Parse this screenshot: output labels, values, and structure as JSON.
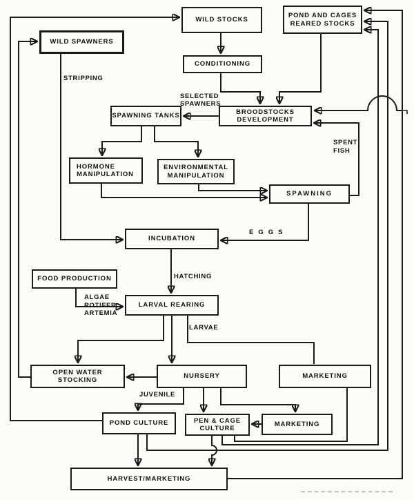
{
  "diagram": {
    "nodes": {
      "wild_stocks": {
        "label": "WILD STOCKS"
      },
      "pond_cages": {
        "label": "POND AND CAGES\nREARED STOCKS"
      },
      "wild_spawners": {
        "label": "WILD SPAWNERS"
      },
      "conditioning": {
        "label": "CONDITIONING"
      },
      "spawning_tanks": {
        "label": "SPAWNING TANKS"
      },
      "broodstocks": {
        "label": "BROODSTOCKS\nDEVELOPMENT"
      },
      "hormone": {
        "label": "HORMONE\nMANIPULATION"
      },
      "environmental": {
        "label": "ENVIRONMENTAL\nMANIPULATION"
      },
      "spawning": {
        "label": "SPAWNING"
      },
      "incubation": {
        "label": "INCUBATION"
      },
      "food_production": {
        "label": "FOOD PRODUCTION"
      },
      "larval_rearing": {
        "label": "LARVAL REARING"
      },
      "open_water": {
        "label": "OPEN WATER\nSTOCKING"
      },
      "nursery": {
        "label": "NURSERY"
      },
      "marketing_upper": {
        "label": "MARKETING"
      },
      "pond_culture": {
        "label": "POND CULTURE"
      },
      "pen_cage": {
        "label": "PEN & CAGE\nCULTURE"
      },
      "marketing_lower": {
        "label": "MARKETING"
      },
      "harvest": {
        "label": "HARVEST/MARKETING"
      }
    },
    "edge_labels": {
      "stripping": "STRIPPING",
      "selected_spawners": "SELECTED\nSPAWNERS",
      "spent_fish": "SPENT\nFISH",
      "eggs": "EGGS",
      "hatching": "HATCHING",
      "live_feeds": "ALGAE\nROTIFER\nARTEMIA",
      "larvae": "LARVAE",
      "juvenile": "JUVENILE"
    },
    "colors": {
      "ink": "#191919",
      "paper": "#fcfbf8"
    }
  }
}
